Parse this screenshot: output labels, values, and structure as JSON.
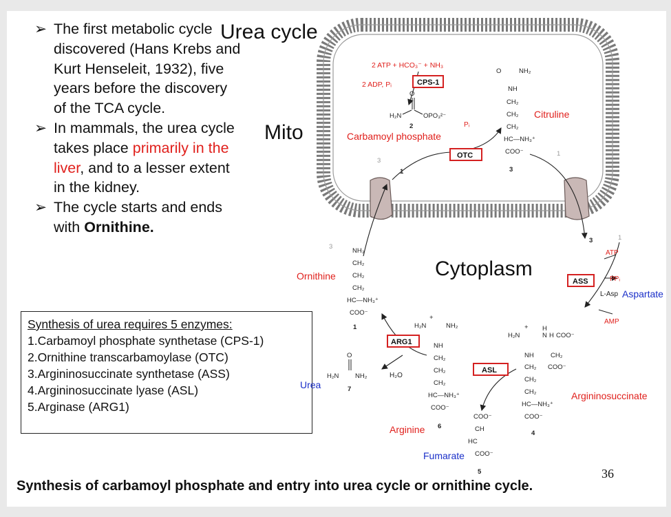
{
  "bullets": {
    "b1": "The first metabolic cycle discovered (Hans Krebs and Kurt Henseleit, 1932), five years before the discovery of the TCA cycle.",
    "b2_a": "In mammals, the urea cycle takes place ",
    "b2_red": "primarily in the liver",
    "b2_b": ", and to a lesser extent in the kidney.",
    "b3_a": "The cycle starts and ends with ",
    "b3_bold": "Ornithine."
  },
  "titles": {
    "urea_cycle": "Urea cycle",
    "mito": "Mito",
    "cytoplasm": "Cytoplasm"
  },
  "enzymes": {
    "heading": "Synthesis of urea requires 5 enzymes:",
    "items": [
      "1.Carbamoyl phosphate synthetase (CPS-1)",
      "2.Ornithine transcarbamoylase (OTC)",
      "3.Argininosuccinate synthetase (ASS)",
      "4.Argininosuccinate lyase (ASL)",
      "5.Arginase (ARG1)"
    ]
  },
  "diagram": {
    "mito_reaction_top": "2 ATP + HCO₃⁻ + NH₃",
    "mito_reaction_adp": "2 ADP, Pᵢ",
    "enzyme_cps1": "CPS-1",
    "enzyme_otc": "OTC",
    "enzyme_ass": "ASS",
    "enzyme_asl": "ASL",
    "enzyme_arg1": "ARG1",
    "pi": "Pᵢ",
    "carbamoyl_phosphate": "Carbamoyl phosphate",
    "citruline": "Citruline",
    "ornithine": "Ornithine",
    "arginine": "Arginine",
    "argininosuccinate": "Argininosuccinate",
    "fumarate": "Fumarate",
    "aspartate": "Aspartate",
    "l_asp": "L-Asp",
    "urea": "Urea",
    "atp": "ATP",
    "ppi": "PPᵢ",
    "amp": "AMP",
    "h2o": "H₂O",
    "numbers": [
      "1",
      "2",
      "3",
      "4",
      "5",
      "6",
      "7"
    ]
  },
  "caption": "Synthesis of carbamoyl phosphate and entry into urea cycle or ornithine cycle.",
  "page_number": "36",
  "colors": {
    "red_text": "#e0201c",
    "blue_text": "#1a2fc8",
    "enzyme_box": "#d42020",
    "membrane": "#7a7a7a",
    "transporter": "#c9b8b6"
  }
}
